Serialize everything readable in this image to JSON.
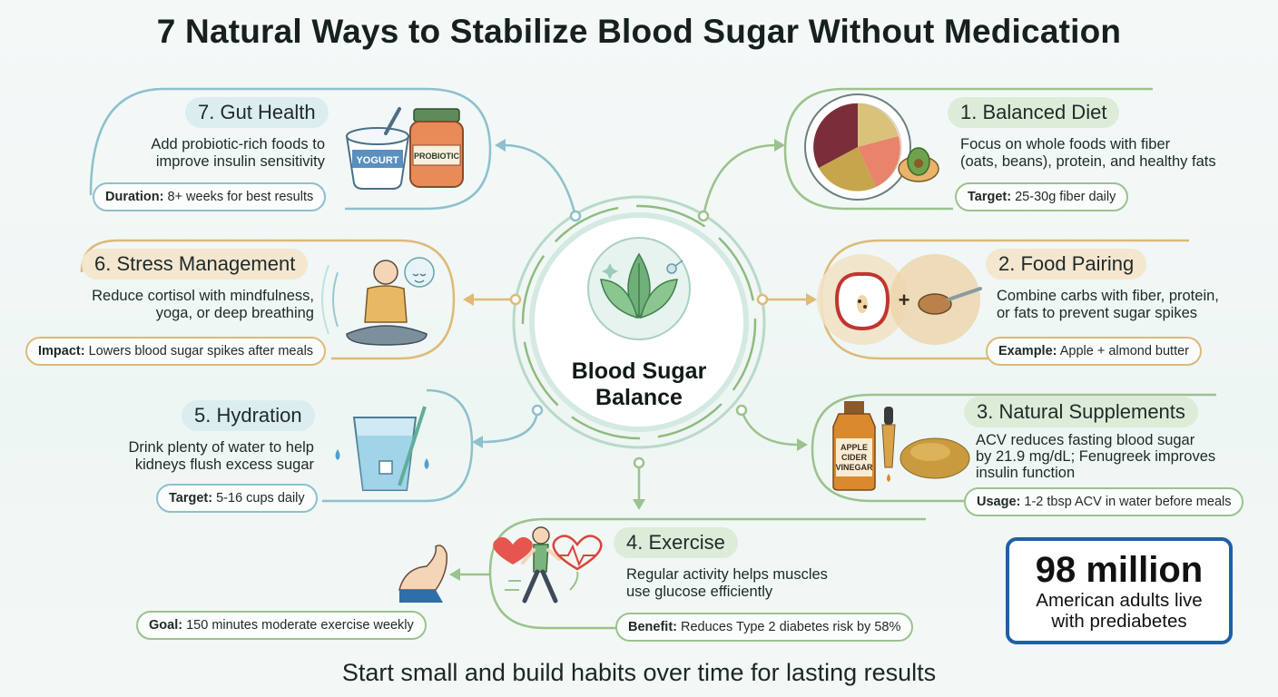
{
  "title": "7 Natural Ways to Stabilize Blood Sugar Without Medication",
  "center": {
    "line1": "Blood Sugar",
    "line2": "Balance"
  },
  "strategies": [
    {
      "id": "balanced-diet",
      "label": "1. Balanced Diet",
      "desc_lines": [
        "Focus on whole foods with fiber",
        "(oats, beans), protein, and healthy fats"
      ],
      "badge_key": "Target:",
      "badge_value": "25-30g fiber daily"
    },
    {
      "id": "food-pairing",
      "label": "2. Food Pairing",
      "desc_lines": [
        "Combine carbs with fiber, protein,",
        "or fats to prevent sugar spikes"
      ],
      "badge_key": "Example:",
      "badge_value": "Apple + almond butter"
    },
    {
      "id": "natural-supplements",
      "label": "3. Natural Supplements",
      "desc_lines": [
        "ACV reduces fasting blood sugar",
        "by 21.9 mg/dL; Fenugreek improves",
        "insulin function"
      ],
      "badge_key": "Usage:",
      "badge_value": "1-2 tbsp ACV in water before meals"
    },
    {
      "id": "exercise",
      "label": "4. Exercise",
      "desc_lines": [
        "Regular activity helps muscles",
        "use glucose efficiently"
      ],
      "badge_key": "Benefit:",
      "badge_value": "Reduces Type 2 diabetes risk by 58%",
      "goal_key": "Goal:",
      "goal_value": "150 minutes moderate exercise weekly"
    },
    {
      "id": "hydration",
      "label": "5. Hydration",
      "desc_lines": [
        "Drink plenty of water to help",
        "kidneys flush excess sugar"
      ],
      "badge_key": "Target:",
      "badge_value": "5-16 cups daily"
    },
    {
      "id": "stress-management",
      "label": "6. Stress Management",
      "desc_lines": [
        "Reduce cortisol with mindfulness,",
        "yoga, or deep breathing"
      ],
      "badge_key": "Impact:",
      "badge_value": "Lowers blood sugar spikes after meals"
    },
    {
      "id": "gut-health",
      "label": "7. Gut Health",
      "desc_lines": [
        "Add probiotic-rich foods to",
        "improve insulin sensitivity"
      ],
      "badge_key": "Duration:",
      "badge_value": "8+ weeks for best results"
    }
  ],
  "illustration_text": {
    "yogurt": "YOGURT",
    "probiotic": "PROBIOTIC",
    "vinegar_1": "APPLE",
    "vinegar_2": "CIDER",
    "vinegar_3": "VINEGAR",
    "plus": "+"
  },
  "stat": {
    "number": "98 million",
    "line1": "American adults live",
    "line2": "with prediabetes"
  },
  "footer": "Start small and build habits over time for lasting results",
  "colors": {
    "green": "#8fbb7e",
    "blue": "#88bcc8",
    "tan": "#d9ae66",
    "stat_border": "#1f5fa8"
  }
}
